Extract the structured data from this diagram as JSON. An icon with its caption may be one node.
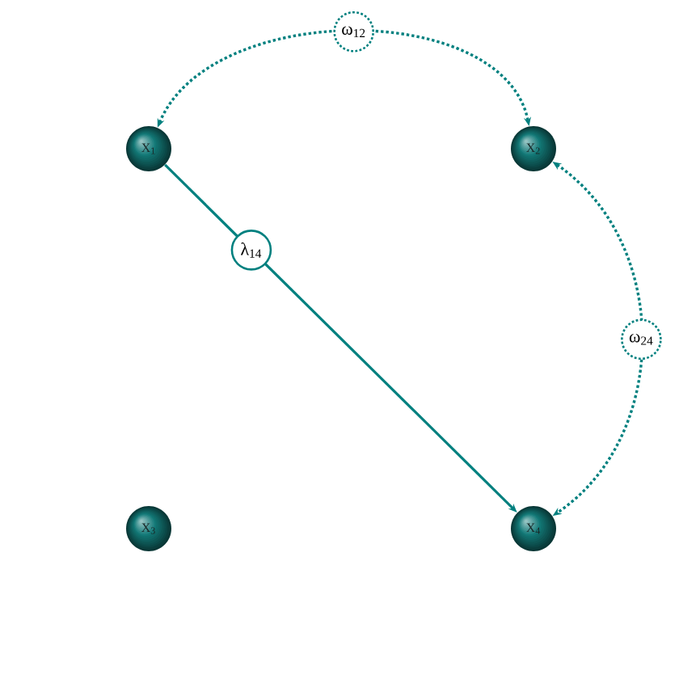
{
  "diagram": {
    "nodes": [
      {
        "text": [
          "X$_{1}$"
        ]
      },
      {
        "text": [
          "X$_{2}$"
        ]
      },
      {
        "text": [
          "X$_{3}$"
        ]
      },
      {
        "text": [
          "X$_{4}$"
        ]
      }
    ],
    "edges": [
      {
        "from": 0,
        "to": 1,
        "arrow": "both",
        "style": "dashed",
        "label": "ω$_{12}$"
      },
      {
        "from": 0,
        "to": 3,
        "arrow": "to",
        "label": "λ$_{14}$"
      },
      {
        "from": 1,
        "to": 3,
        "arrow": "both",
        "style": "dashed",
        "label": "ω$_{24}$"
      }
    ]
  }
}
